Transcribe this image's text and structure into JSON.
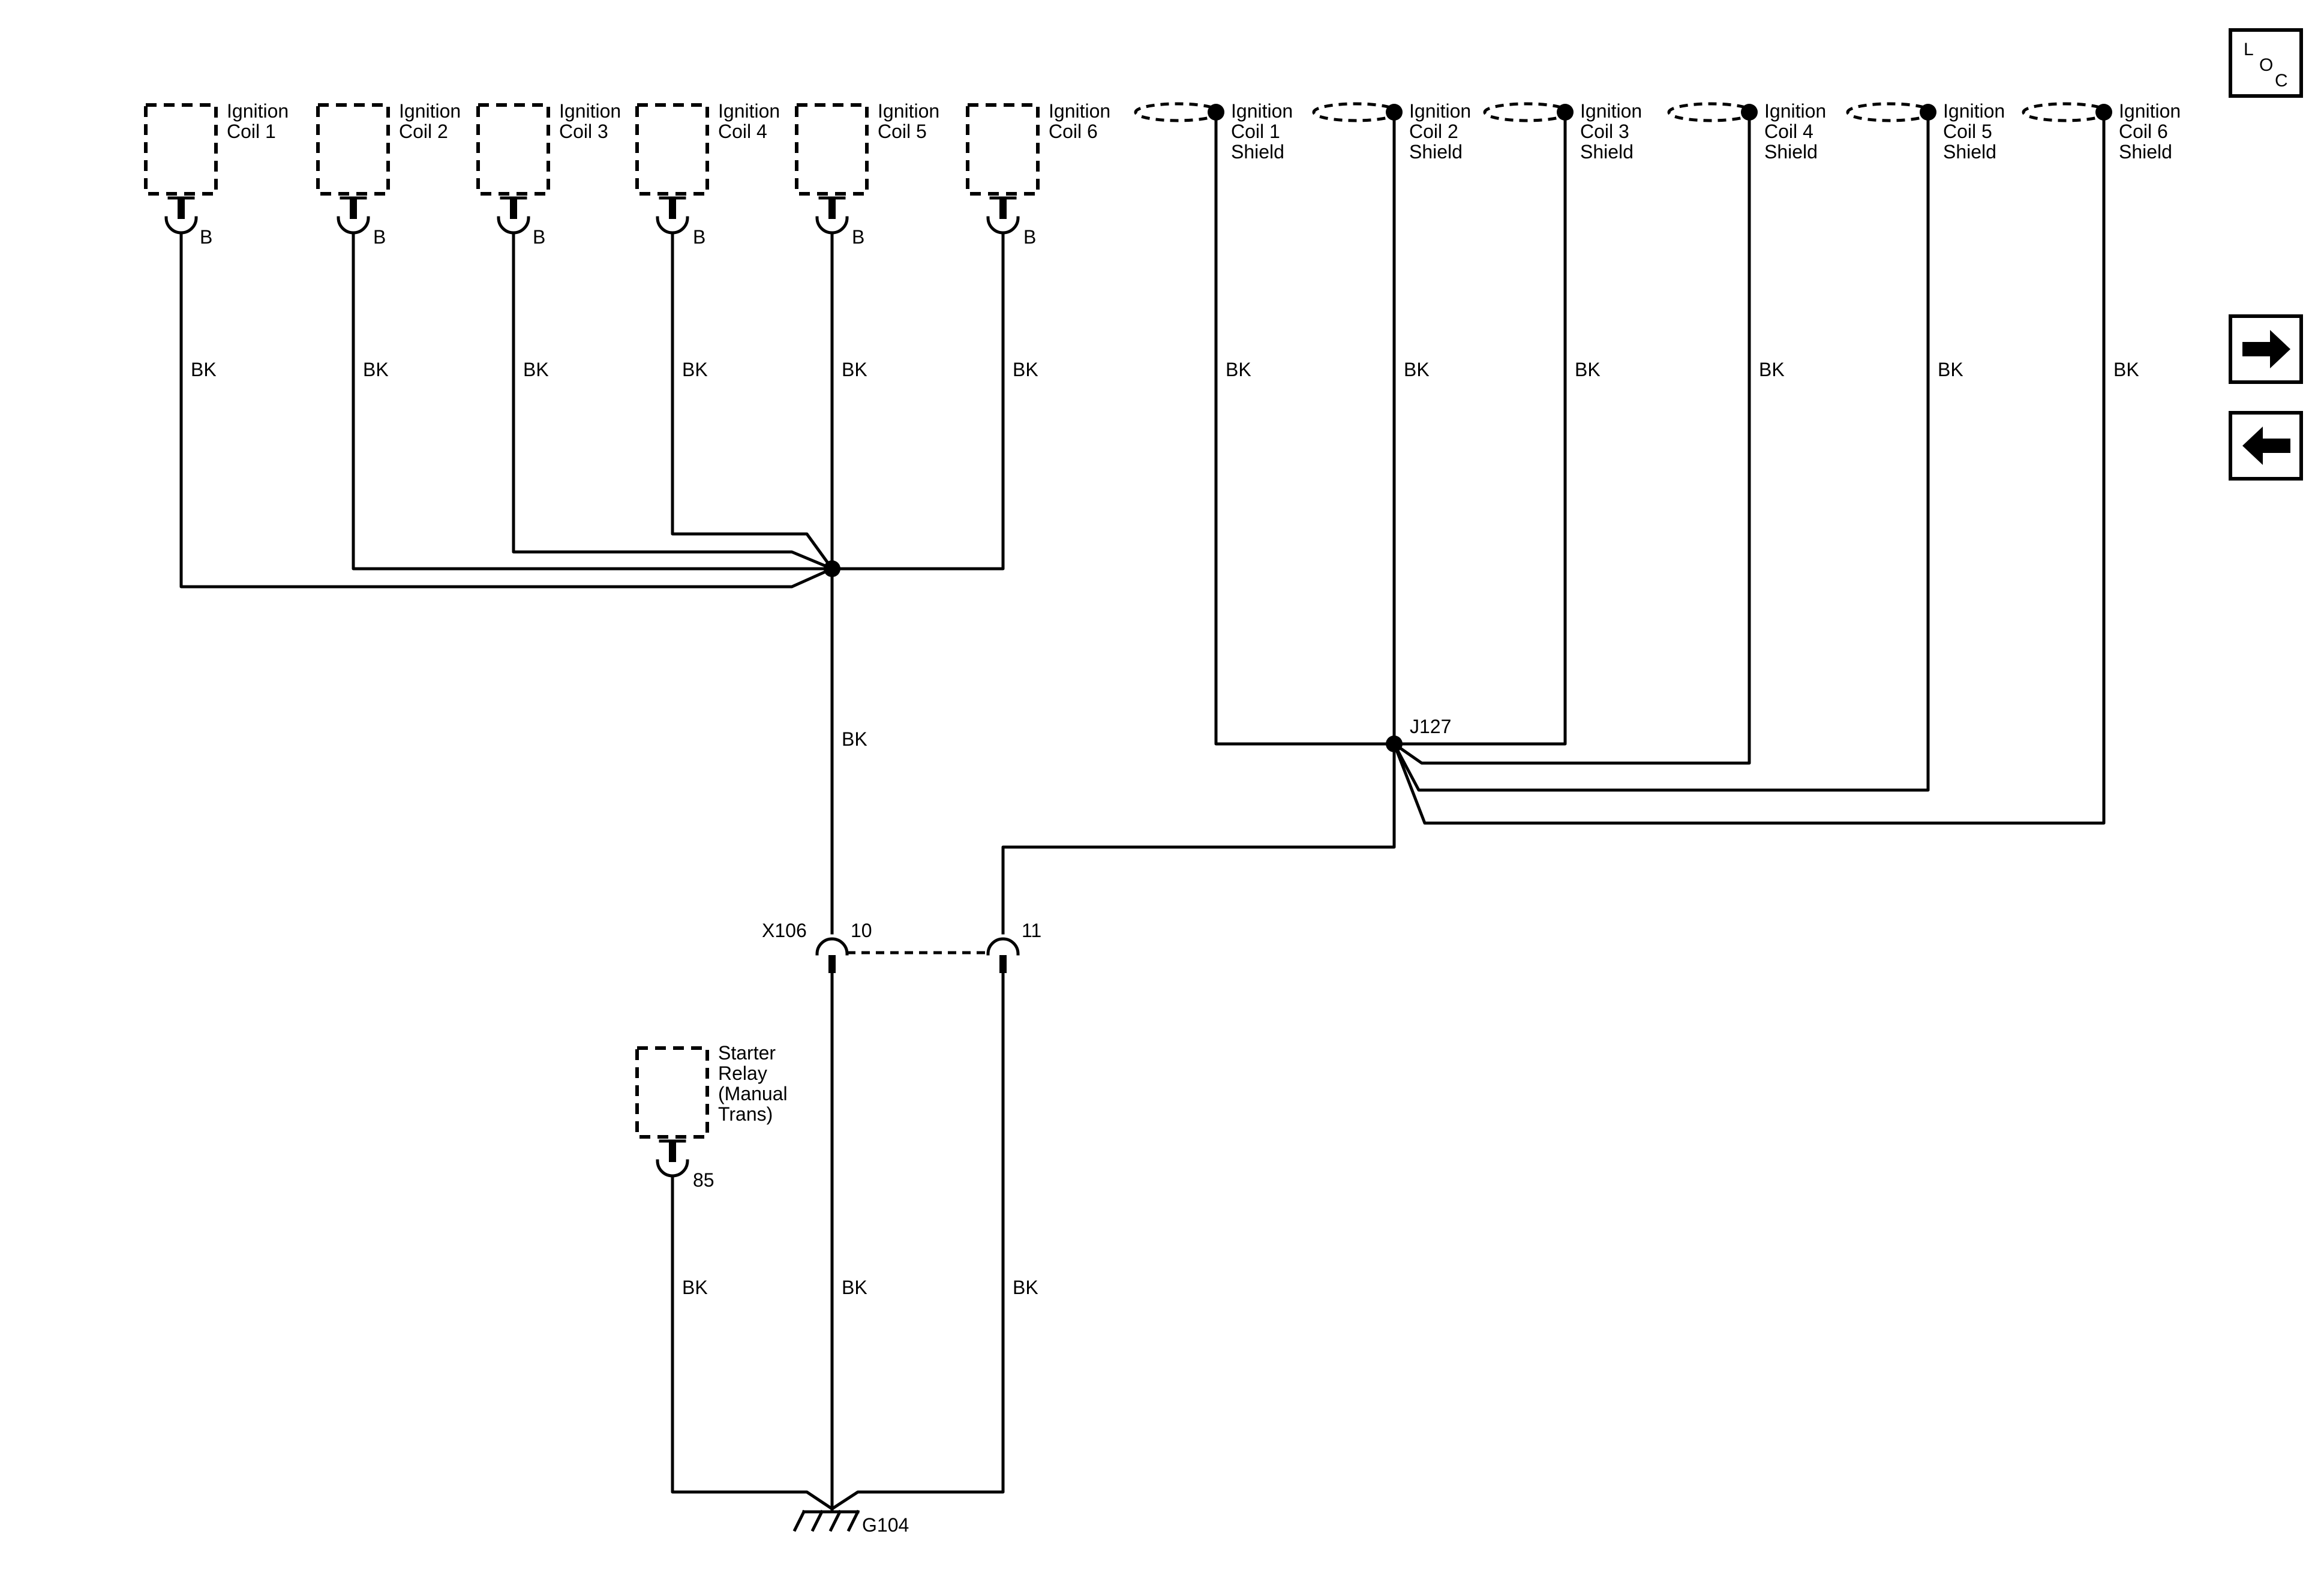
{
  "components": {
    "coils": [
      {
        "line1": "Ignition",
        "line2": "Coil 1",
        "pin": "B"
      },
      {
        "line1": "Ignition",
        "line2": "Coil 2",
        "pin": "B"
      },
      {
        "line1": "Ignition",
        "line2": "Coil 3",
        "pin": "B"
      },
      {
        "line1": "Ignition",
        "line2": "Coil 4",
        "pin": "B"
      },
      {
        "line1": "Ignition",
        "line2": "Coil 5",
        "pin": "B"
      },
      {
        "line1": "Ignition",
        "line2": "Coil 6",
        "pin": "B"
      }
    ],
    "shields": [
      {
        "line1": "Ignition",
        "line2": "Coil 1",
        "line3": "Shield"
      },
      {
        "line1": "Ignition",
        "line2": "Coil 2",
        "line3": "Shield"
      },
      {
        "line1": "Ignition",
        "line2": "Coil 3",
        "line3": "Shield"
      },
      {
        "line1": "Ignition",
        "line2": "Coil 4",
        "line3": "Shield"
      },
      {
        "line1": "Ignition",
        "line2": "Coil 5",
        "line3": "Shield"
      },
      {
        "line1": "Ignition",
        "line2": "Coil 6",
        "line3": "Shield"
      }
    ],
    "starter_relay": {
      "lines": [
        "Starter",
        "Relay",
        "(Manual",
        "Trans)"
      ],
      "pin": "85"
    }
  },
  "wire_color": "BK",
  "splice": "J127",
  "connector": {
    "name": "X106",
    "pin_a": "10",
    "pin_b": "11"
  },
  "ground": "G104",
  "nav": {
    "loc_l": "L",
    "loc_o": "O",
    "loc_c": "C"
  },
  "colors": {
    "ink": "#000000",
    "paper": "#ffffff"
  }
}
